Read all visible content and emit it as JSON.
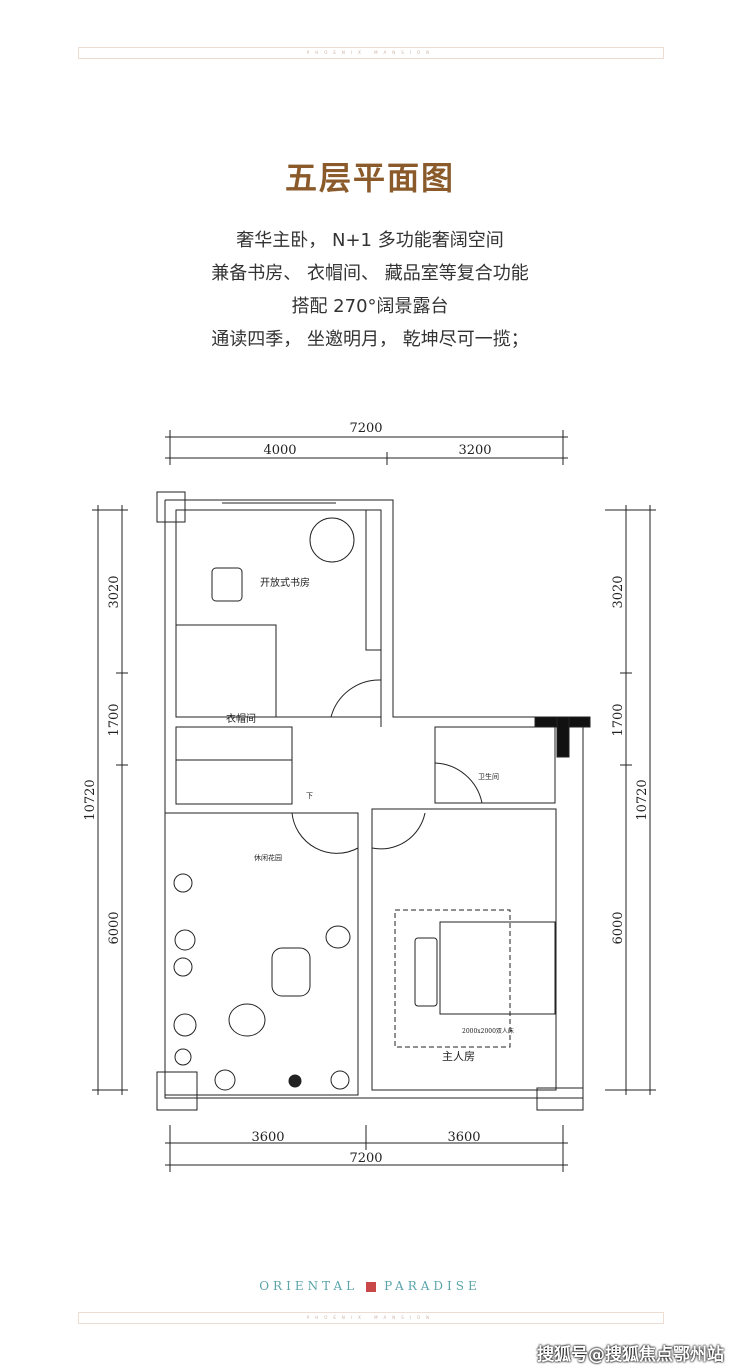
{
  "header_bar": {
    "text": "PHOENIX MANSION"
  },
  "title": "五层平面图",
  "description": [
    "奢华主卧， N+1 多功能奢阔空间",
    "兼备书房、 衣帽间、 藏品室等复合功能",
    "搭配 270°阔景露台",
    "通读四季， 坐邀明月， 乾坤尽可一揽；"
  ],
  "plan": {
    "dims_top": {
      "total": "7200",
      "left": "4000",
      "right": "3200"
    },
    "dims_bottom": {
      "total": "7200",
      "left": "3600",
      "right": "3600"
    },
    "dims_left": {
      "total": "10720",
      "a": "3020",
      "b": "1700",
      "c": "6000"
    },
    "dims_right": {
      "total": "10720",
      "a": "3020",
      "b": "1700",
      "c": "6000"
    },
    "rooms": {
      "study": "开放式书房",
      "closet": "衣帽间",
      "stairs_down": "下",
      "bathroom": "卫生间",
      "garden": "休闲花园",
      "master": "主人房",
      "bed": "2000x2000双人床"
    }
  },
  "footer": {
    "brand_left": "ORIENTAL",
    "brand_right": "PARADISE",
    "bar_text": "PHOENIX MANSION"
  },
  "watermark": "搜狐号@搜狐焦点鄂州站",
  "colors": {
    "title": "#8a5a2b",
    "brand": "#5aa4aa",
    "seal": "#c9484a"
  }
}
